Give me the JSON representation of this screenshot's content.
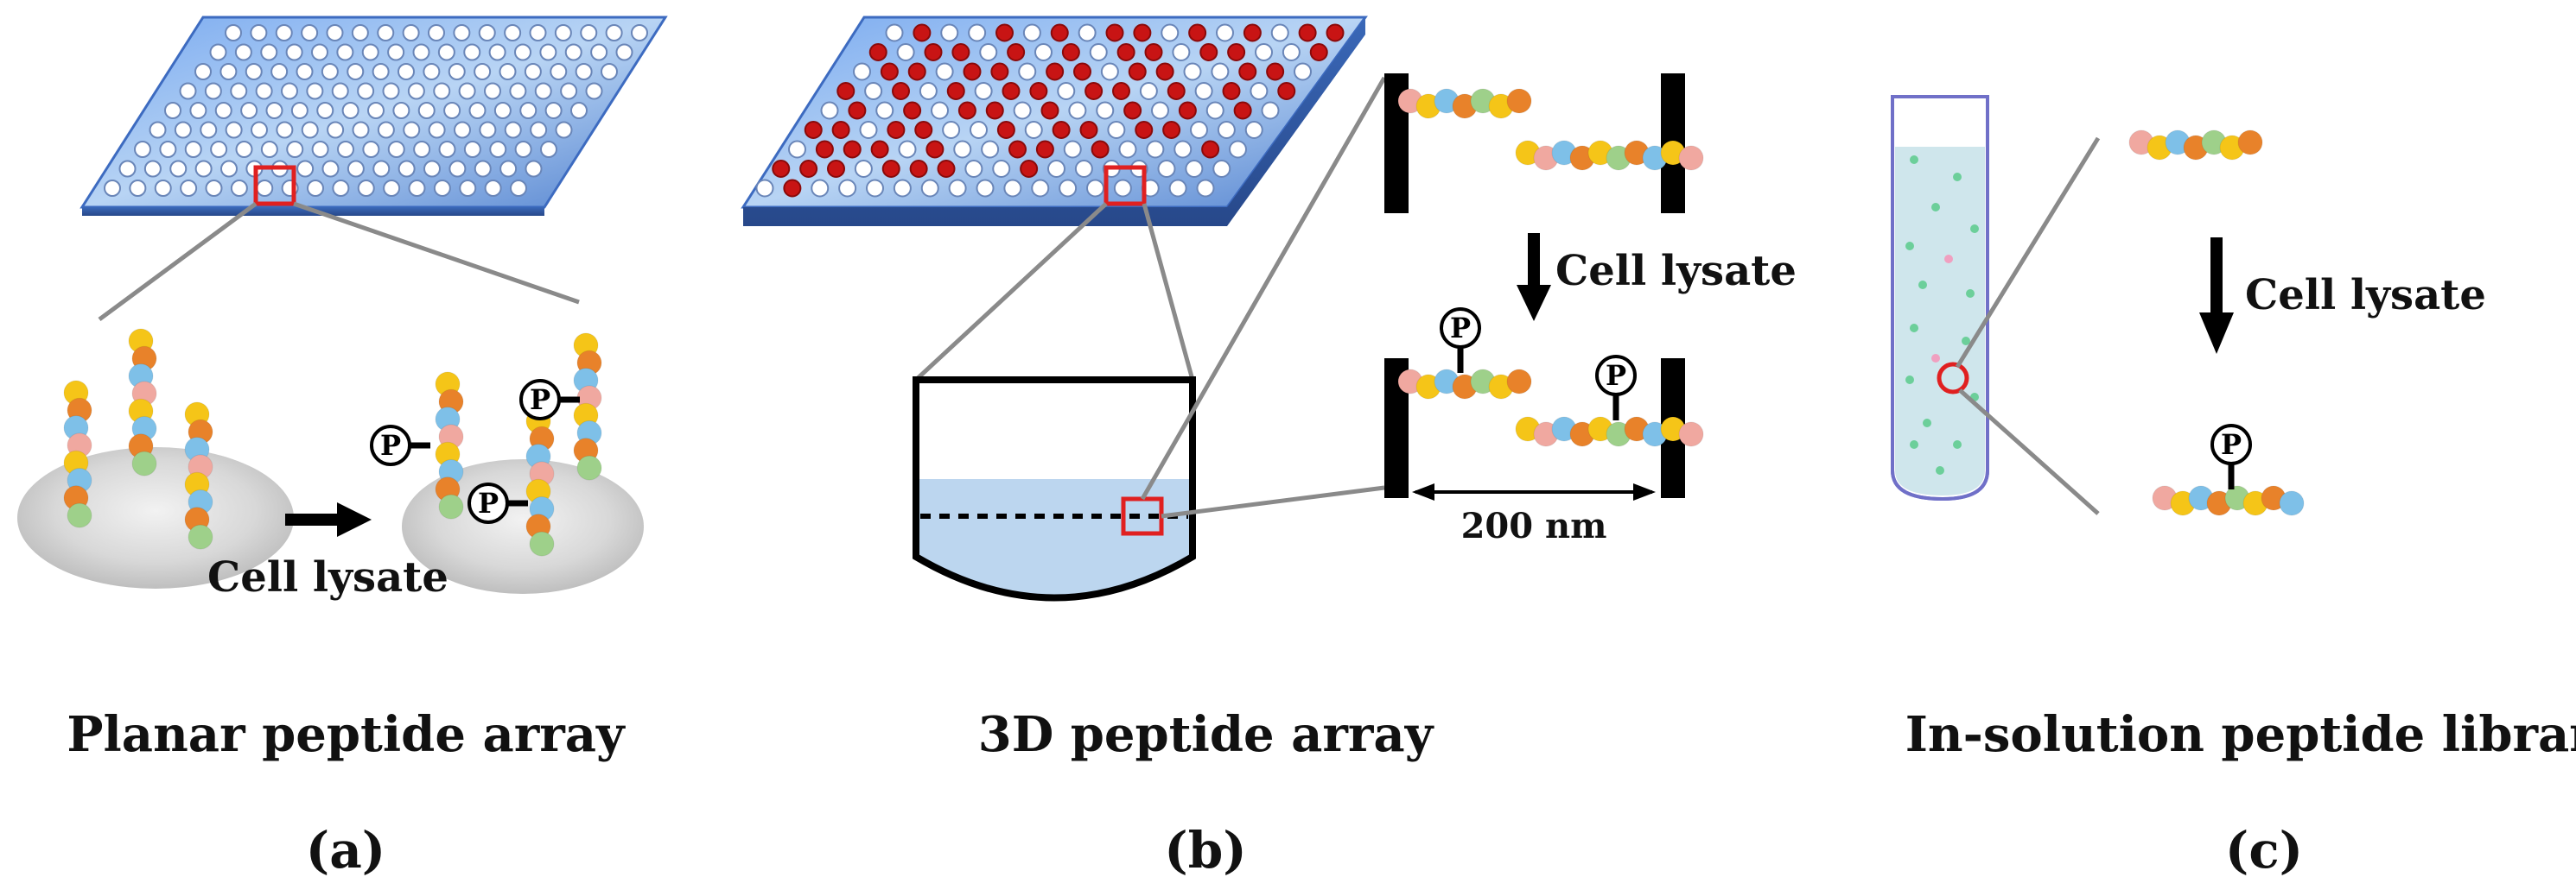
{
  "panels": [
    {
      "title": "Planar peptide array",
      "letter": "(a)",
      "arrow_label": "Cell lysate"
    },
    {
      "title": "3D peptide array",
      "letter": "(b)",
      "arrow_label": "Cell lysate",
      "scale_label": "200 nm"
    },
    {
      "title": "In-solution peptide library",
      "letter": "(c)",
      "arrow_label": "Cell lysate"
    }
  ],
  "phospho_symbol": "P",
  "colors": {
    "slide_blue": "#5b8fd8",
    "slide_light": "#cfe0f5",
    "highlight_red": "#e02020",
    "well_red": "#c81414",
    "liquid_blue": "#bcd6ef",
    "tube_outline": "#7070c8",
    "tube_fill": "#cfe6ec",
    "bead_yellow": "#f5c518",
    "bead_orange": "#e8822a",
    "bead_blue": "#7ec0e8",
    "bead_green": "#9ed08a",
    "bead_pink": "#f0a8a0"
  }
}
